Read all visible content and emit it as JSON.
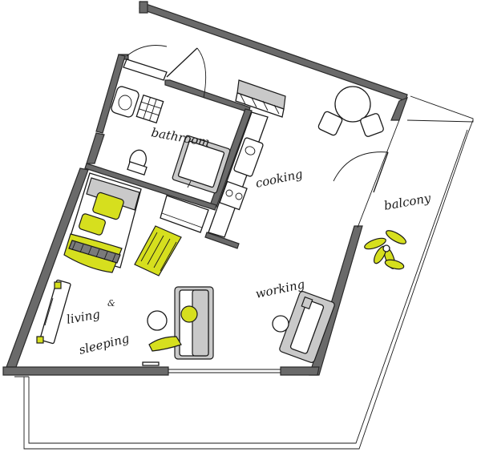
{
  "labels": {
    "bathroom": "bathroom",
    "cooking": "cooking",
    "balcony": "balcony",
    "working": "working",
    "living": "living",
    "amp": "&",
    "sleeping": "sleeping"
  },
  "colors": {
    "wall": "#6a6a6a",
    "accent": "#d6df1e",
    "line": "#1a1a1a",
    "grey": "#c9c9c9"
  }
}
